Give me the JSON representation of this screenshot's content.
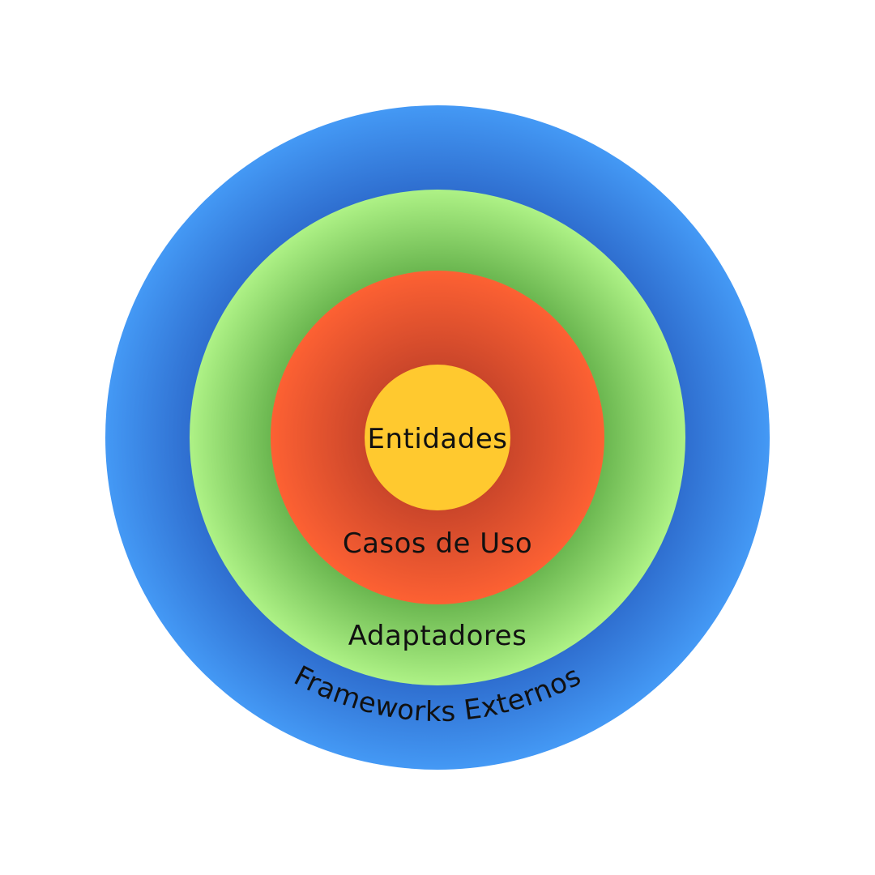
{
  "diagram": {
    "layers": [
      {
        "id": "frameworks",
        "label": "Frameworks Externos",
        "color": "#4499f5",
        "shade": "#2f6fd0"
      },
      {
        "id": "adapters",
        "label": "Adaptadores",
        "color": "#aef286",
        "shade": "#6cb851"
      },
      {
        "id": "usecases",
        "label": "Casos de Uso",
        "color": "#fd6133",
        "shade": "#c9452a"
      },
      {
        "id": "entities",
        "label": "Entidades",
        "color": "#ffc92f",
        "shade": "#ffc92f"
      }
    ],
    "text_color": "#111111"
  }
}
